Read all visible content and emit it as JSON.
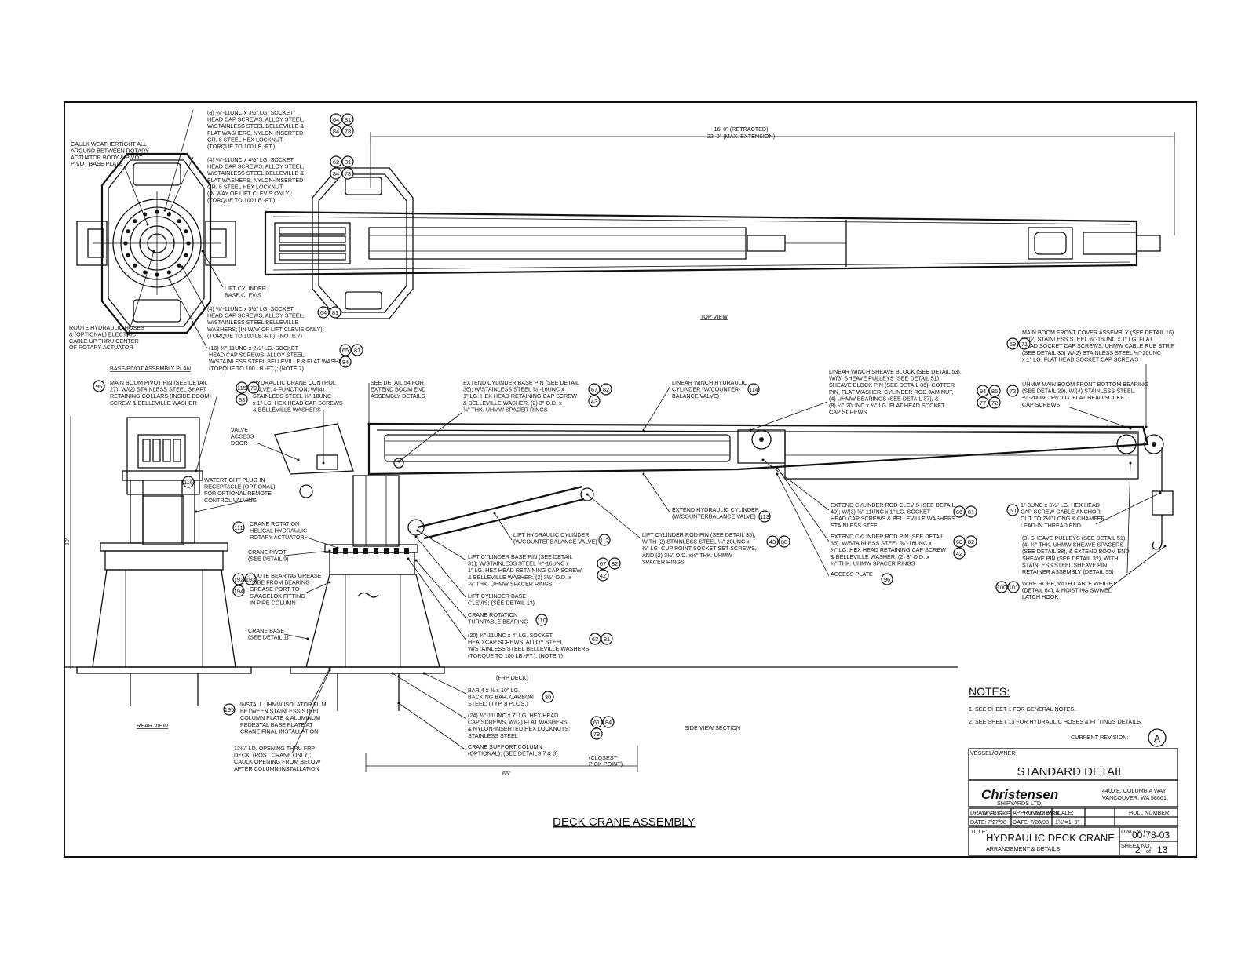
{
  "sheet": {
    "views": {
      "top_view": "TOP VIEW",
      "base_plan": "BASE/PIVOT ASSEMBLY PLAN",
      "rear_view": "REAR VIEW",
      "side_view": "SIDE VIEW SECTION",
      "assembly": "DECK CRANE ASSEMBLY"
    },
    "dimensions": {
      "retracted": "16'-0\" (RETRACTED)",
      "extension": "22'-0\" (MAX. EXTENSION)",
      "width_65": "65\"",
      "height_60": "60\"",
      "frp_deck": "(FRP DECK)",
      "closest_pick": [
        "(CLOSEST",
        "PICK POINT)"
      ]
    },
    "callouts": {
      "c1": {
        "text": [
          "(8) ⅜\"-11UNC x 3½\" LG. SOCKET",
          "HEAD CAP SCREWS, ALLOY STEEL,",
          "W/STAINLESS STEEL BELLEVILLE &",
          "FLAT WASHERS, NYLON-INSERTED",
          "GR. 8 STEEL HEX LOCKNUT;",
          "(TORQUE TO 100 LB.-FT.)"
        ],
        "nums": [
          "64",
          "81",
          "84",
          "78"
        ]
      },
      "c2": {
        "text": [
          "(4) ⅜\"-11UNC x 4½\" LG. SOCKET",
          "HEAD CAP SCREWS, ALLOY STEEL,",
          "W/STAINLESS STEEL BELLEVILLE &",
          "FLAT WASHERS, NYLON-INSERTED",
          "GR. 8 STEEL HEX LOCKNUT;",
          "(IN WAY OF LIFT CLEVIS ONLY);",
          "(TORQUE TO 100 LB.-FT.)"
        ],
        "nums": [
          "62",
          "81",
          "84",
          "78"
        ]
      },
      "c3": {
        "text": [
          "CAULK WEATHERTIGHT ALL",
          "AROUND BETWEEN ROTARY",
          "ACTUATOR BODY & PIVOT",
          "PIVOT BASE PLATE"
        ]
      },
      "c4": {
        "text": [
          "LIFT CYLINDER",
          "BASE CLEVIS"
        ]
      },
      "c5": {
        "text": [
          "(4) ⅜\"-11UNC x 3½\" LG. SOCKET",
          "HEAD CAP SCREWS, ALLOY STEEL,",
          "W/STAINLESS STEEL BELLEVILLE",
          "WASHERS; (IN WAY OF LIFT CLEVIS ONLY);",
          "(TORQUE TO 100 LB.-FT.); (NOTE 7)"
        ],
        "nums": [
          "64",
          "81"
        ]
      },
      "c6": {
        "text": [
          "ROUTE HYDRAULIC HOSES",
          "& (OPTIONAL) ELECTRIC",
          "CABLE UP THRU CENTER",
          "OF ROTARY ACTUATOR"
        ]
      },
      "c7": {
        "text": [
          "(16) ⅜\"-11UNC x 2½\" LG. SOCKET",
          "HEAD CAP SCREWS, ALLOY STEEL,",
          "W/STAINLESS STEEL BELLEVILLE & FLAT WASHERS;",
          "(TORQUE TO 100 LB.-FT.); (NOTE 7)"
        ],
        "nums": [
          "65",
          "81",
          "84"
        ]
      },
      "c8": {
        "text": [
          "MAIN BOOM PIVOT PIN (SEE DETAIL",
          "27); W/(2) STAINLESS STEEL SHAFT",
          "RETAINING COLLARS (INSIDE BOOM)",
          "SCREW & BELLEVILLE WASHER"
        ],
        "nums": [
          "95"
        ]
      },
      "c9": {
        "text": [
          "HYDRAULIC CRANE CONTROL",
          "VALVE, 4-FUNCTION; W/(4)",
          "STAINLESS STEEL ⅝\"-18UNC",
          "x 1\" LG. HEX HEAD CAP SCREWS",
          "& BELLEVILLE WASHERS"
        ],
        "nums": [
          "115",
          "70",
          "83"
        ]
      },
      "c10": {
        "text": [
          "SEE DETAIL 54 FOR",
          "EXTEND BOOM END",
          "ASSEMBLY DETAILS"
        ]
      },
      "c11": {
        "text": [
          "EXTEND CYLINDER BASE PIN (SEE DETAIL",
          "36); W/STAINLESS STEEL ⅜\"-16UNC x",
          "1\" LG. HEX HEAD RETAINING CAP SCREW",
          "& BELLEVILLE WASHER, (2) 3\" O.D. x",
          "⅛\" THK. UHMW SPACER RINGS"
        ],
        "nums": [
          "67",
          "82",
          "43"
        ]
      },
      "c12": {
        "text": [
          "LINEAR WINCH HYDRAULIC",
          "CYLINDER (W/COUNTER-",
          "BALANCE VALVE)"
        ],
        "nums": [
          "114"
        ]
      },
      "c13": {
        "text": [
          "LINEAR WINCH SHEAVE BLOCK (SEE DETAIL 53),",
          "W/(3) SHEAVE PULLEYS (SEE DETAIL 51),",
          "SHEAVE BLOCK PIN (SEE DETAIL 36), COTTER",
          "PIN, FLAT WASHER, CYLINDER ROD JAM NUT,",
          "(4) UHMW BEARINGS (SEE DETAIL 37), &",
          "(8) ¼\"-20UNC x ¾\" LG. FLAT HEAD SOCKET",
          "CAP SCREWS"
        ],
        "nums": [
          "94",
          "85",
          "77",
          "72"
        ]
      },
      "c14": {
        "text": [
          "MAIN BOOM FRONT COVER ASSEMBLY (SEE DETAIL 16)",
          "W/(2) STAINLESS STEEL ⅜\"-16UNC x 1\" LG. FLAT",
          "HEAD SOCKET CAP SCREWS; UHMW CABLE RUB STRIP",
          "(SEE DETAIL 30) W/(2) STAINLESS STEEL ¼\"-20UNC",
          "x 1\" LG. FLAT HEAD SOCKET CAP SCREWS"
        ],
        "nums": [
          "69",
          "71"
        ]
      },
      "c15": {
        "text": [
          "UHMW MAIN BOOM FRONT BOTTOM BEARING",
          "(SEE DETAIL 29), W/(4) STAINLESS STEEL",
          "¼\"-20UNC x¾\" LG. FLAT HEAD SOCKET",
          "CAP SCREWS"
        ],
        "nums": [
          "72"
        ]
      },
      "c16": {
        "text": [
          "VALVE",
          "ACCESS",
          "DOOR"
        ]
      },
      "c17": {
        "text": [
          "WATERTIGHT PLUG-IN",
          "RECEPTACLE (OPTIONAL)",
          "FOR OPTIONAL REMOTE",
          "CONTROL VALVING"
        ],
        "nums": [
          "116"
        ]
      },
      "c18": {
        "text": [
          "CRANE ROTATION",
          "HELICAL HYDRAULIC",
          "ROTARY ACTUATOR"
        ],
        "nums": [
          "111"
        ]
      },
      "c19": {
        "text": [
          "CRANE PIVOT",
          "(SEE DETAIL 9)"
        ]
      },
      "c20": {
        "text": [
          "ROUTE BEARING GREASE",
          "TUBE FROM BEARING",
          "GREASE PORT TO",
          "SWAGELOK FITTING",
          "IN PIPE COLUMN"
        ],
        "nums": [
          "192",
          "193",
          "194"
        ]
      },
      "c21": {
        "text": [
          "CRANE BASE",
          "(SEE DETAIL 1)"
        ]
      },
      "c22": {
        "text": [
          "LIFT HYDRAULIC CYLINDER",
          "(W/COUNTERBALANCE VALVE)"
        ],
        "nums": [
          "112"
        ]
      },
      "c23": {
        "text": [
          "EXTEND HYDRAULIC CYLINDER",
          "(W/COUNTERBALANCE VALVE)"
        ],
        "nums": [
          "113"
        ]
      },
      "c24": {
        "text": [
          "LIFT CYLINDER ROD PIN (SEE DETAIL 35);",
          "WITH (2) STAINLESS STEEL ¼\"-20UNC x",
          "⅜\" LG. CUP POINT SOCKET SET SCREWS,",
          "AND (2) 3½\" O.D. x⅛\" THK. UHMW",
          "SPACER RINGS"
        ],
        "nums": [
          "43",
          "88"
        ]
      },
      "c25": {
        "text": [
          "EXTEND CYLINDER ROD CLEVIS (SEE DETAIL",
          "40); W/(3) ⅜\"-11UNC x 1\" LG. SOCKET",
          "HEAD CAP SCREWS & BELLEVILLE WASHERS",
          "STAINLESS STEEL"
        ],
        "nums": [
          "66",
          "81"
        ]
      },
      "c26": {
        "text": [
          "EXTEND CYLINDER ROD PIN (SEE DETAIL",
          "36); W/STAINLESS STEEL ⅜\"-16UNC x",
          "⅜\" LG. HEX HEAD RETAINING CAP SCREW",
          "& BELLEVILLE WASHER, (2) 3\" O.D. x",
          "⅛\" THK. UHMW SPACER RINGS"
        ],
        "nums": [
          "68",
          "82",
          "42"
        ]
      },
      "c27": {
        "text": [
          "ACCESS PLATE"
        ],
        "nums": [
          "96"
        ]
      },
      "c28": {
        "text": [
          "1\"-8UNC x 3½\" LG. HEX HEAD",
          "CAP SCREW CABLE ANCHOR;",
          "CUT TO 2⅛\" LONG & CHAMFER",
          "LEAD-IN THREAD END"
        ],
        "nums": [
          "60"
        ]
      },
      "c29": {
        "text": [
          "(3) SHEAVE PULLEYS (SEE DETAIL 51),",
          "(4) ⅜\" THK. UHMW SHEAVE SPACERS",
          "(SEE DETAIL 38), & EXTEND BOOM END",
          "SHEAVE PIN (SEE DETAIL 32), WITH",
          "STAINLESS STEEL SHEAVE PIN",
          "RETAINER ASSEMBLY (DETAIL 55)"
        ]
      },
      "c30": {
        "text": [
          "WIRE ROPE, WITH CABLE WEIGHT",
          "(DETAIL 64), & HOISTING SWIVEL",
          "LATCH HOOK"
        ],
        "nums": [
          "100",
          "101"
        ]
      },
      "c31": {
        "text": [
          "LIFT CYLINDER BASE PIN (SEE DETAIL",
          "31); W/STAINLESS STEEL ⅜\"-16UNC x",
          "1\" LG. HEX HEAD RETAINING CAP SCREW",
          "& BELLEVILLE WASHER, (2) 3½\" O.D. x",
          "⅛\" THK. UHMW SPACER RINGS"
        ],
        "nums": [
          "67",
          "82",
          "42"
        ]
      },
      "c32": {
        "text": [
          "LIFT CYLINDER BASE",
          "CLEVIS; (SEE DETAIL 13)"
        ]
      },
      "c33": {
        "text": [
          "CRANE ROTATION",
          "TURNTABLE BEARING"
        ],
        "nums": [
          "110"
        ]
      },
      "c34": {
        "text": [
          "(20) ⅜\"-11UNC x 4\" LG. SOCKET",
          "HEAD CAP SCREWS, ALLOY STEEL,",
          "W/STAINLESS STEEL BELLEVILLE WASHERS;",
          "(TORQUE TO 100 LB.-FT.); (NOTE 7)"
        ],
        "nums": [
          "63",
          "81"
        ]
      },
      "c35": {
        "text": [
          "BAR 4 x ⅜ x 10\" LG.",
          "BACKING BAR, CARBON",
          "STEEL; (TYP. 8 PLC'S.)"
        ],
        "nums": [
          "30"
        ]
      },
      "c36": {
        "text": [
          "(24) ⅜\"-11UNC x 7\" LG. HEX HEAD",
          "CAP SCREWS, W/(2) FLAT WASHERS,",
          "& NYLON-INSERTED HEX LOCKNUTS;",
          "STAINLESS STEEL"
        ],
        "nums": [
          "61",
          "84",
          "78"
        ]
      },
      "c37": {
        "text": [
          "CRANE SUPPORT COLUMN",
          "(OPTIONAL); (SEE DETAILS 7 & 8)"
        ]
      },
      "c38": {
        "text": [
          "INSTALL UHMW ISOLATOR FILM",
          "BETWEEN STAINLESS STEEL",
          "COLUMN PLATE & ALUMINUM",
          "PEDESTAL BASE PLATE AT",
          "CRANE FINAL INSTALLATION"
        ],
        "nums": [
          "195"
        ]
      },
      "c39": {
        "text": [
          "13¾\" I.D. OPENING THRU FRP",
          "DECK, (POST CRANE ONLY);",
          "CAULK OPENING FROM BELOW",
          "AFTER COLUMN INSTALLATION"
        ]
      }
    },
    "notes": {
      "heading": "NOTES:",
      "items": [
        "1. SEE SHEET 1 FOR GENERAL NOTES.",
        "2. SEE SHEET 13 FOR HYDRAULIC HOSES & FITTINGS DETAILS."
      ],
      "revision_label": "CURRENT REVISION:",
      "revision": "A"
    },
    "title_block": {
      "vessel_owner_label": "VESSEL/OWNER",
      "vessel_owner": "STANDARD DETAIL",
      "company_logo": "Christensen",
      "company_sub": "SHIPYARDS LTD.",
      "address1": "4400 E. COLUMBIA WAY",
      "address2": "VANCOUVER, WA  98661",
      "drawn_by_label": "DRAWN BY",
      "drawn_by": "M. BURKE",
      "approved_by_label": "APPROVED BY",
      "approved_by": "K.NGUYEN",
      "scale_label": "SCALE:",
      "scale": "1½\"=1'-0\"",
      "hull_number_label": "HULL NUMBER",
      "date_label": "DATE:",
      "date_drawn": "7/27/98",
      "date_approved": "7/28/98",
      "title_label": "TITLE:",
      "title": "HYDRAULIC DECK CRANE",
      "subtitle": "ARRANGEMENT & DETAILS",
      "dwg_label": "DWG NO.",
      "dwg_no": "00-78-03",
      "sheet_label": "SHEET NO.",
      "sheet_no": "2",
      "sheet_of": "of",
      "sheet_total": "13"
    }
  }
}
